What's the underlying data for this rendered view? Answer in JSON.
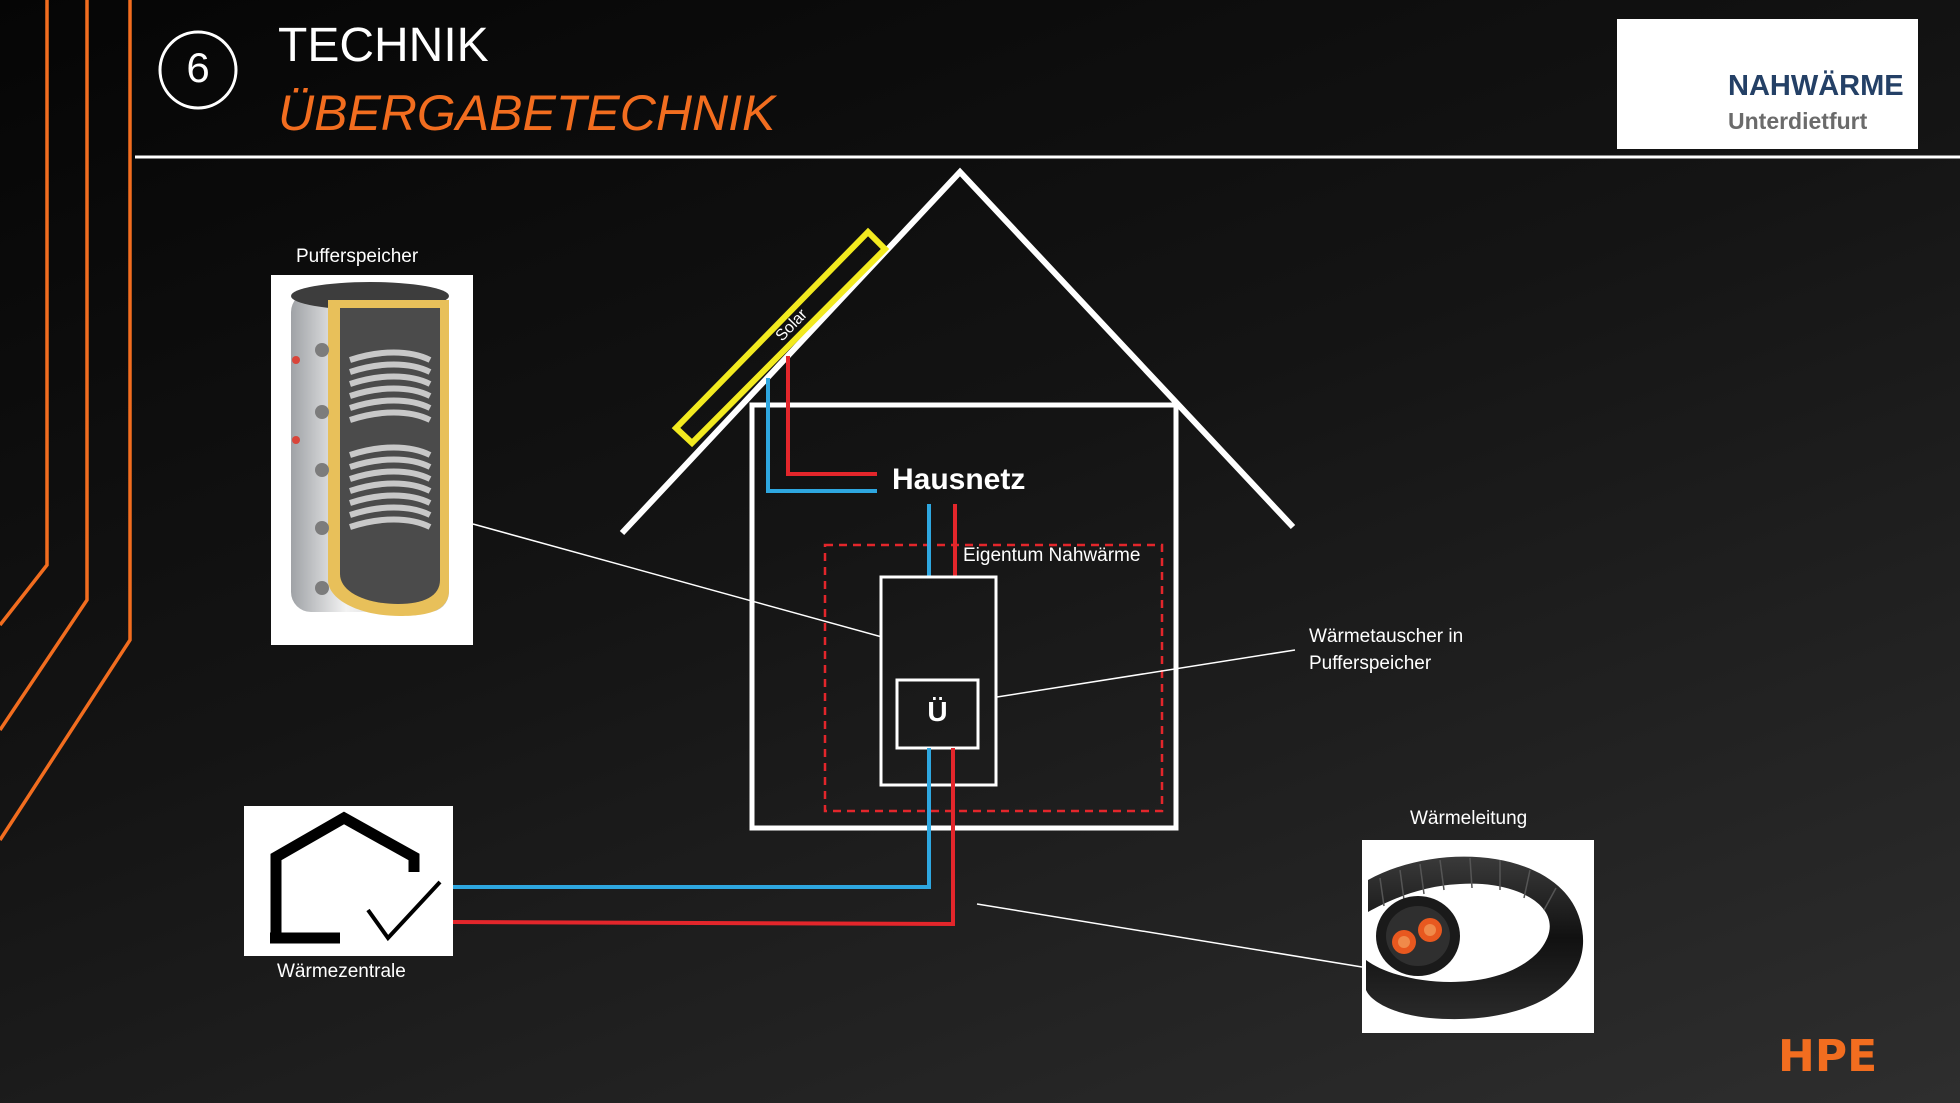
{
  "header": {
    "section_number": "6",
    "title": "TECHNIK",
    "subtitle": "ÜBERGABETECHNIK"
  },
  "logo": {
    "name": "NAHWÄRME",
    "place": "Unterdietfurt"
  },
  "diagram": {
    "solar_label": "Solar",
    "house_network_label": "Hausnetz",
    "ownership_label": "Eigentum Nahwärme",
    "exchanger_symbol": "Ü",
    "exchanger_caption_line1": "Wärmetauscher in",
    "exchanger_caption_line2": "Pufferspeicher",
    "buffer_tank_label": "Pufferspeicher",
    "heating_plant_label": "Wärmezentrale",
    "heat_pipe_label": "Wärmeleitung"
  },
  "footer": {
    "brand": "HPE"
  },
  "colors": {
    "accent_orange": "#f26d1f",
    "supply_red": "#e3262b",
    "return_blue": "#2ea7e0",
    "solar_yellow": "#f2ea1f",
    "line_white": "#ffffff"
  }
}
